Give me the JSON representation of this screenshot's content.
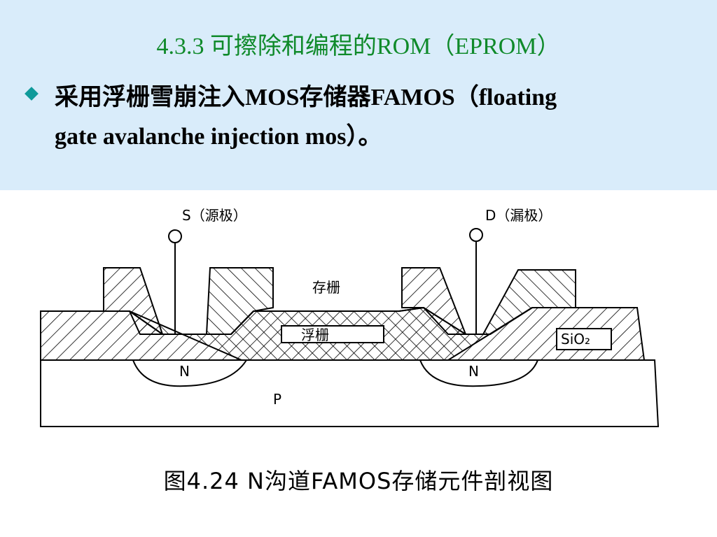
{
  "title": "4.3.3  可擦除和编程的ROM（EPROM）",
  "bullet": {
    "line1": "采用浮栅雪崩注入MOS存储器FAMOS（floating",
    "line2": "gate avalanche  injection mos）。"
  },
  "diagram": {
    "source_label": "S（源极）",
    "drain_label": "D（漏极）",
    "gate_label": "存栅",
    "floating_gate_label": "浮栅",
    "oxide_label": "SiO₂",
    "n_left": "N",
    "n_right": "N",
    "substrate": "P"
  },
  "caption": "图4.24  N沟道FAMOS存储元件剖视图",
  "colors": {
    "header_bg": "#d9ecfa",
    "title": "#0f8a2a",
    "bullet": "#0f9a9a"
  }
}
